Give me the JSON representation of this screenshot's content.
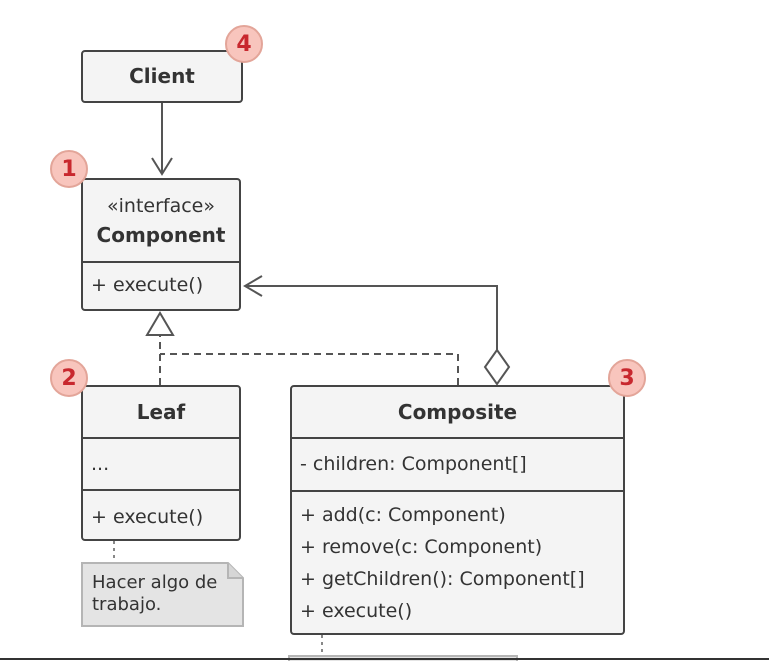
{
  "classes": {
    "client": {
      "name": "Client"
    },
    "component": {
      "stereotype": "«interface»",
      "name": "Component",
      "methods": [
        "+ execute()"
      ]
    },
    "leaf": {
      "name": "Leaf",
      "fields": [
        "..."
      ],
      "methods": [
        "+ execute()"
      ]
    },
    "composite": {
      "name": "Composite",
      "fields": [
        "- children: Component[]"
      ],
      "methods": [
        "+ add(c: Component)",
        "+ remove(c: Component)",
        "+ getChildren(): Component[]",
        "+ execute()"
      ]
    }
  },
  "badges": {
    "client": "4",
    "component": "1",
    "leaf": "2",
    "composite": "3"
  },
  "notes": {
    "leaf": [
      "Hacer algo de",
      "trabajo."
    ]
  },
  "colors": {
    "box_fill": "#f4f4f4",
    "outline": "#444444",
    "connector": "#555555",
    "badge_fill": "#f8c5bd",
    "badge_text": "#c8282e",
    "note_fill": "#e4e4e4"
  }
}
